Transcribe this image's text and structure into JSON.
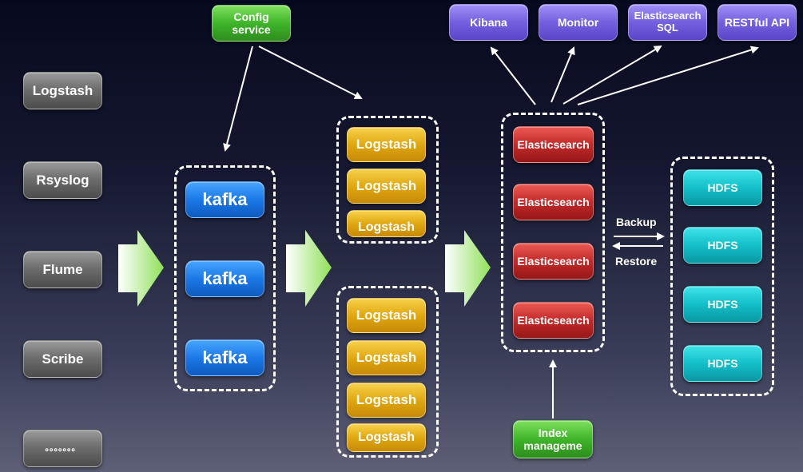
{
  "sources": [
    "Logstash",
    "Rsyslog",
    "Flume",
    "Scribe",
    "。。。。。。。"
  ],
  "config_service": "Config\nservice",
  "kafka": [
    "kafka",
    "kafka",
    "kafka"
  ],
  "logstash_top": [
    "Logstash",
    "Logstash",
    "Logstash"
  ],
  "logstash_bottom": [
    "Logstash",
    "Logstash",
    "Logstash",
    "Logstash"
  ],
  "elasticsearch": [
    "Elasticsearch",
    "Elasticsearch",
    "Elasticsearch",
    "Elasticsearch"
  ],
  "consumers": [
    "Kibana",
    "Monitor",
    "Elasticsearch\nSQL",
    "RESTful API"
  ],
  "hdfs": [
    "HDFS",
    "HDFS",
    "HDFS",
    "HDFS"
  ],
  "backup_label": "Backup",
  "restore_label": "Restore",
  "index_management": "Index\nmanageme",
  "colors": {
    "source": "#6e6e6e",
    "config": "#3fb52a",
    "consumer": "#7460e0",
    "kafka": "#1b78e6",
    "logstash": "#e0a812",
    "elasticsearch": "#c22b2a",
    "hdfs": "#13bfc9",
    "flow_arrow": "#8fe05a"
  }
}
